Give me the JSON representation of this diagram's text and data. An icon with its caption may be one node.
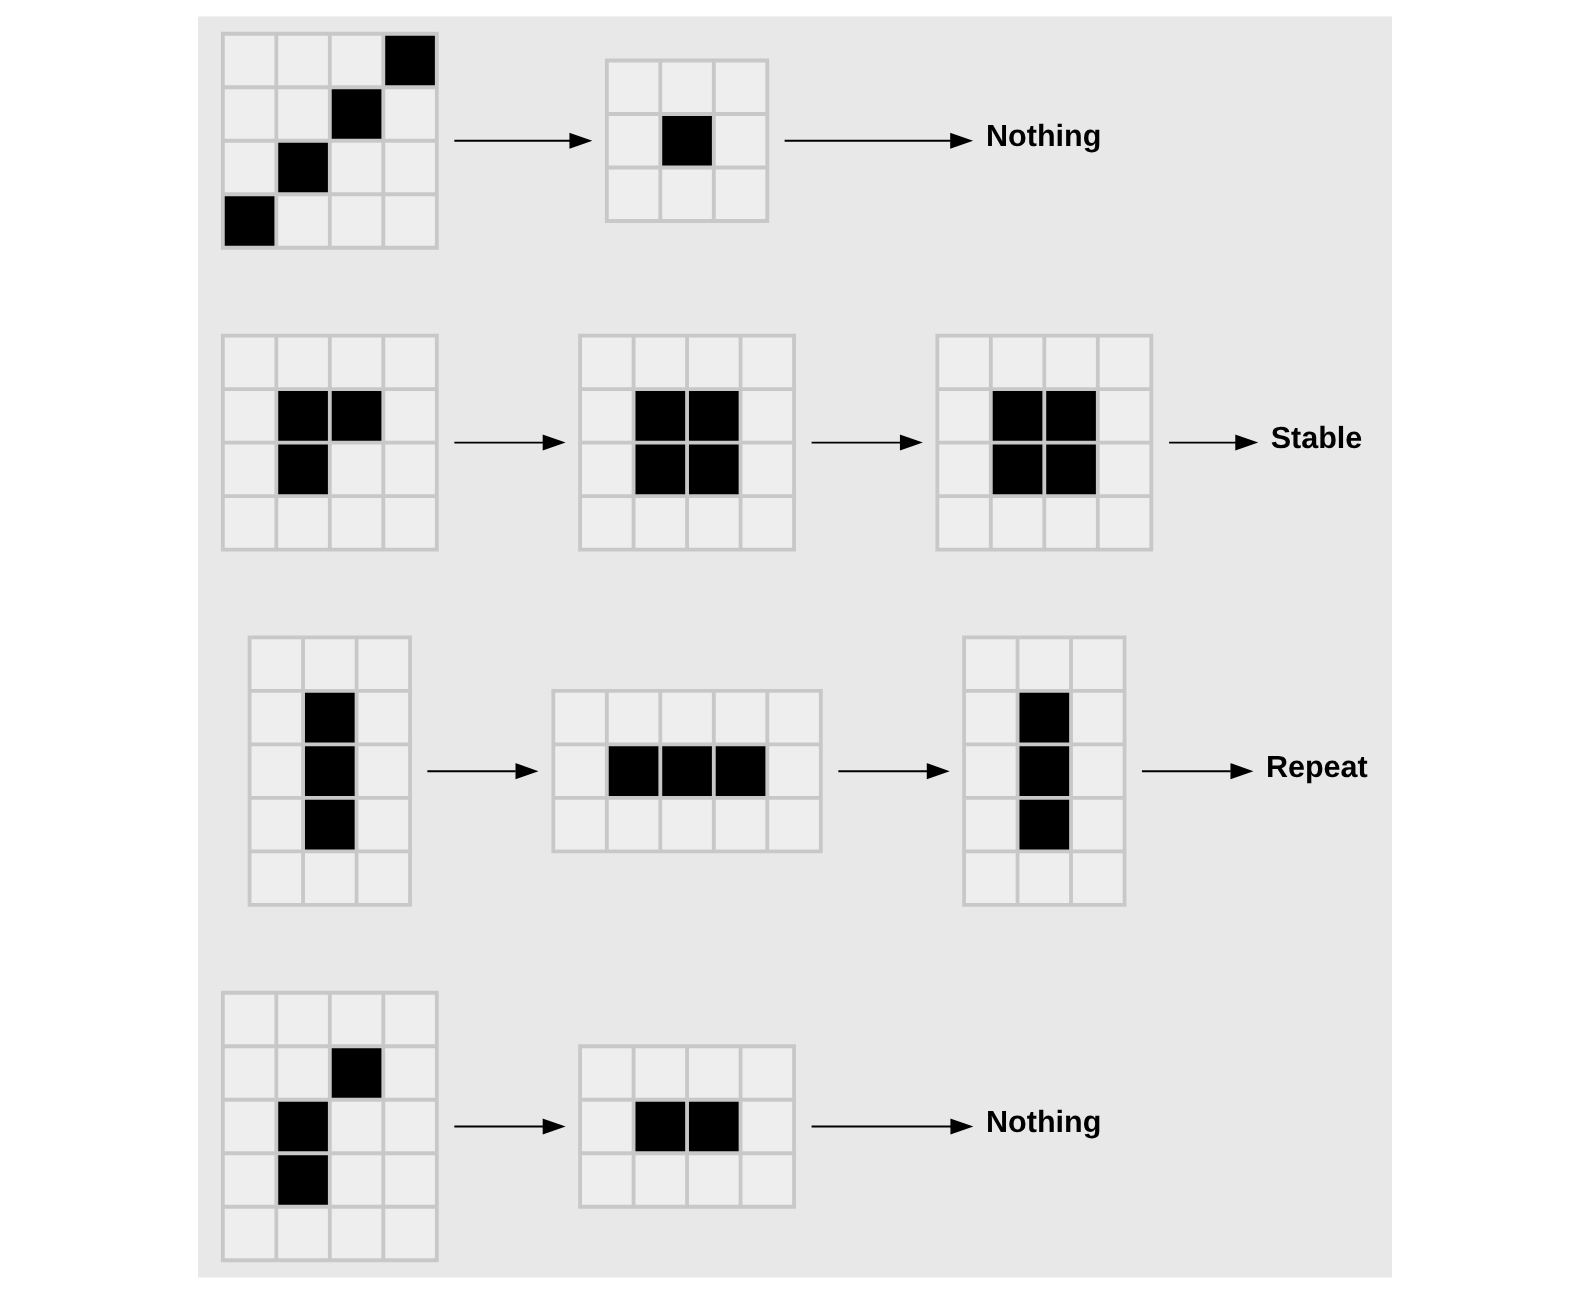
{
  "diagram": {
    "nodes": [
      {
        "text": [],
        "shape": "grid"
      },
      {
        "text": [],
        "shape": "grid"
      },
      {
        "text": [
          "Nothing"
        ]
      },
      {
        "text": [],
        "shape": "grid"
      },
      {
        "text": [],
        "shape": "grid"
      },
      {
        "text": [],
        "shape": "grid"
      },
      {
        "text": [
          "Repeat"
        ]
      },
      {
        "text": [],
        "shape": "grid"
      },
      {
        "text": [],
        "shape": "grid"
      },
      {
        "text": [],
        "shape": "grid"
      },
      {
        "text": [
          "Stable"
        ]
      },
      {
        "text": [],
        "shape": "grid"
      },
      {
        "text": [],
        "shape": "grid"
      },
      {
        "text": [
          "Nothing"
        ]
      }
    ],
    "edges": [
      {
        "from": 0,
        "to": 1,
        "arrow": "to"
      },
      {
        "from": 1,
        "to": 2,
        "arrow": "to"
      },
      {
        "from": 3,
        "to": 4,
        "arrow": "to"
      },
      {
        "from": 4,
        "to": 5,
        "arrow": "to"
      },
      {
        "from": 5,
        "to": 6,
        "arrow": "to"
      },
      {
        "from": 7,
        "to": 8,
        "arrow": "to"
      },
      {
        "from": 8,
        "to": 9,
        "arrow": "to"
      },
      {
        "from": 9,
        "to": 10,
        "arrow": "to"
      },
      {
        "from": 11,
        "to": 12,
        "arrow": "to"
      },
      {
        "from": 12,
        "to": 13,
        "arrow": "to"
      }
    ]
  }
}
